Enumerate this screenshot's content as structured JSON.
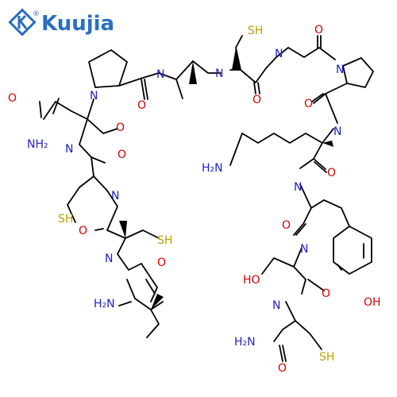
{
  "logo": {
    "text": "Kuujia",
    "color": "#2a6ebf",
    "registered_mark": "®",
    "icon": "diamond-k-logo"
  },
  "colors": {
    "bond": "#000000",
    "oxygen": "#d40000",
    "nitrogen": "#1f1fcc",
    "sulfur": "#b8a000"
  },
  "atom_labels": [
    {
      "id": "sh1",
      "text": "SH",
      "element": "S"
    },
    {
      "id": "nh1",
      "text": "N",
      "element": "N"
    },
    {
      "id": "o1",
      "text": "O",
      "element": "O"
    },
    {
      "id": "nh2",
      "text": "N",
      "element": "N"
    },
    {
      "id": "nh3",
      "text": "N",
      "element": "N"
    },
    {
      "id": "o2",
      "text": "O",
      "element": "O"
    },
    {
      "id": "n_pro1",
      "text": "N",
      "element": "N"
    },
    {
      "id": "o3",
      "text": "O",
      "element": "O"
    },
    {
      "id": "nh4",
      "text": "N",
      "element": "N"
    },
    {
      "id": "nh2_lys",
      "text": "H₂N",
      "element": "N"
    },
    {
      "id": "o4",
      "text": "O",
      "element": "O"
    },
    {
      "id": "nh5",
      "text": "N",
      "element": "N"
    },
    {
      "id": "o5",
      "text": "O",
      "element": "O"
    },
    {
      "id": "nh6",
      "text": "N",
      "element": "N"
    },
    {
      "id": "oh1",
      "text": "HO",
      "element": "O"
    },
    {
      "id": "o6",
      "text": "O",
      "element": "O"
    },
    {
      "id": "nh7",
      "text": "N",
      "element": "N"
    },
    {
      "id": "oh2",
      "text": "OH",
      "element": "O"
    },
    {
      "id": "nh2_c",
      "text": "H₂N",
      "element": "N"
    },
    {
      "id": "o7",
      "text": "O",
      "element": "O"
    },
    {
      "id": "sh2",
      "text": "SH",
      "element": "S"
    },
    {
      "id": "o8",
      "text": "O",
      "element": "O"
    },
    {
      "id": "nh2_asn",
      "text": "NH₂",
      "element": "N"
    },
    {
      "id": "n_pro2",
      "text": "N",
      "element": "N"
    },
    {
      "id": "o9",
      "text": "O",
      "element": "O"
    },
    {
      "id": "o10",
      "text": "O",
      "element": "O"
    },
    {
      "id": "nh8",
      "text": "N",
      "element": "N"
    },
    {
      "id": "o11",
      "text": "O",
      "element": "O"
    },
    {
      "id": "nh9",
      "text": "N",
      "element": "N"
    },
    {
      "id": "sh3",
      "text": "SH",
      "element": "S"
    },
    {
      "id": "o12",
      "text": "O",
      "element": "O"
    },
    {
      "id": "sh4",
      "text": "SH",
      "element": "S"
    },
    {
      "id": "nh10",
      "text": "N",
      "element": "N"
    },
    {
      "id": "o13",
      "text": "O",
      "element": "O"
    },
    {
      "id": "nh2_ile",
      "text": "H₂N",
      "element": "N"
    }
  ]
}
